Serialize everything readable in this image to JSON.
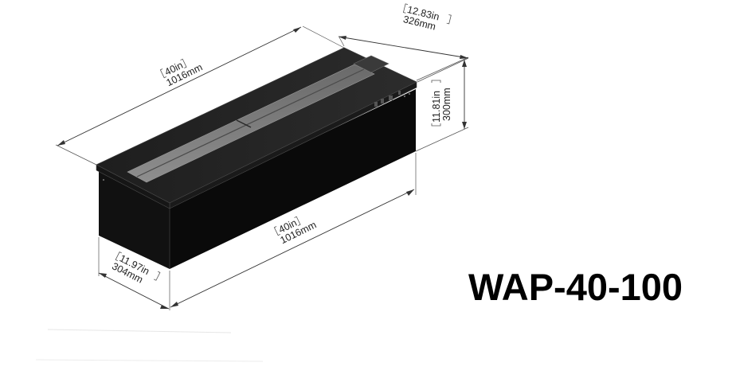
{
  "model": "WAP-40-100",
  "dimensions": {
    "top_length": {
      "in": "40in",
      "mm": "1016mm"
    },
    "depth_back": {
      "in": "12.83in",
      "mm": "326mm"
    },
    "height": {
      "in": "11.81in",
      "mm": "300mm"
    },
    "bottom_length": {
      "in": "40in",
      "mm": "1016mm"
    },
    "depth_front": {
      "in": "11.97in",
      "mm": "304mm"
    }
  },
  "colors": {
    "body": "#0c0c0c",
    "top": "#2a2a2a",
    "edge": "#4a4a4a",
    "lines": "#333333"
  }
}
